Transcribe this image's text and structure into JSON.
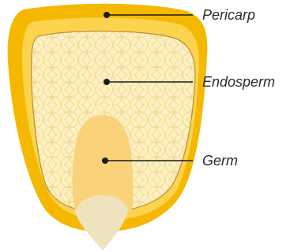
{
  "labels": {
    "pericarp": "Pericarp",
    "endosperm": "Endosperm",
    "germ": "Germ"
  },
  "colors": {
    "pericarp_outer": "#f5b800",
    "pericarp_inner": "#fcd34d",
    "endosperm_fill": "#fdf0c4",
    "endosperm_cell_line": "#f1d98c",
    "endosperm_border": "#b98f3a",
    "germ": "#f9d27a",
    "tip_cap": "#efe3bf",
    "leader_line": "#1a1a1a"
  }
}
